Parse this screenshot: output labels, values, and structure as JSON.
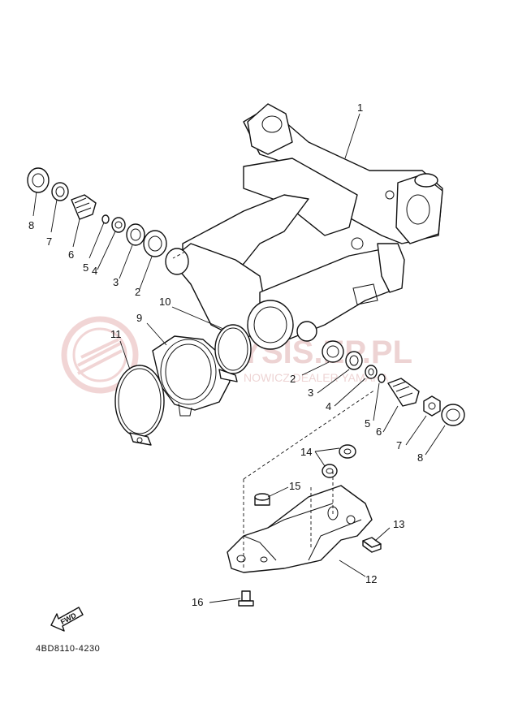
{
  "callouts": {
    "c1": "1",
    "c2a": "2",
    "c3a": "3",
    "c4a": "4",
    "c5a": "5",
    "c6a": "6",
    "c7a": "7",
    "c8a": "8",
    "c2b": "2",
    "c3b": "3",
    "c4b": "4",
    "c5b": "5",
    "c6b": "6",
    "c7b": "7",
    "c8b": "8",
    "c9": "9",
    "c10": "10",
    "c11": "11",
    "c12": "12",
    "c13": "13",
    "c14": "14",
    "c15": "15",
    "c16": "16"
  },
  "fwd_label": "FWD",
  "diagram_code": "4BD8110-4230",
  "watermark": {
    "main": "IAMYSIS.EP.PL",
    "sub": "NOWICZ  DEALER  YAMAHA"
  }
}
